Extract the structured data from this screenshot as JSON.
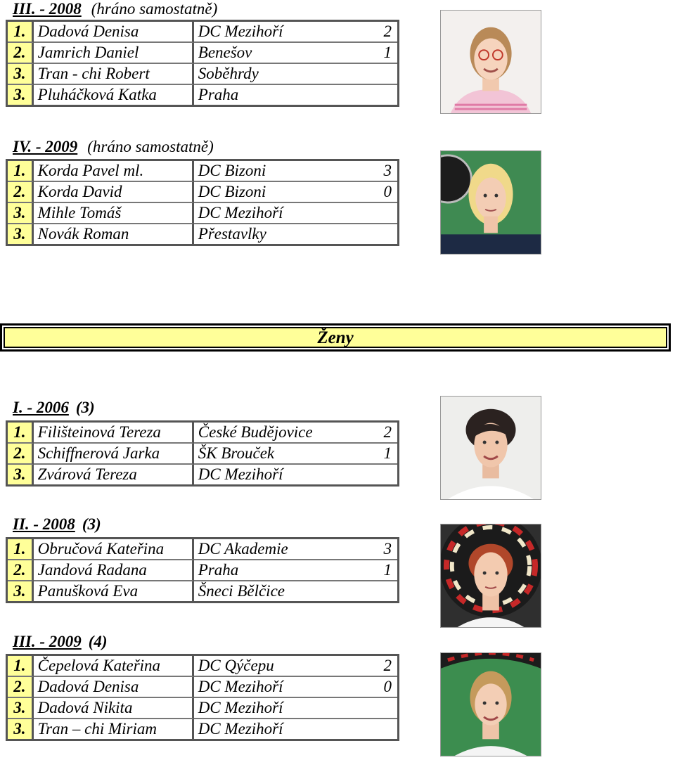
{
  "sections": [
    {
      "title": "III. - 2008",
      "note": "(hráno samostatně)",
      "count": "",
      "rows": [
        {
          "rank": "1.",
          "name": "Dadová Denisa",
          "club": "DC Mezihoří",
          "score": "2"
        },
        {
          "rank": "2.",
          "name": "Jamrich Daniel",
          "club": "Benešov",
          "score": "1"
        },
        {
          "rank": "3.",
          "name": "Tran - chi Robert",
          "club": "Soběhrdy",
          "score": ""
        },
        {
          "rank": "3.",
          "name": "Pluháčková Katka",
          "club": "Praha",
          "score": ""
        }
      ]
    },
    {
      "title": "IV. - 2009",
      "note": "(hráno samostatně)",
      "count": "",
      "rows": [
        {
          "rank": "1.",
          "name": "Korda Pavel ml.",
          "club": "DC Bizoni",
          "score": "3"
        },
        {
          "rank": "2.",
          "name": "Korda David",
          "club": "DC Bizoni",
          "score": "0"
        },
        {
          "rank": "3.",
          "name": "Mihle Tomáš",
          "club": "DC Mezihoří",
          "score": ""
        },
        {
          "rank": "3.",
          "name": "Novák Roman",
          "club": "Přestavlky",
          "score": ""
        }
      ]
    },
    {
      "title": "I. - 2006",
      "note": "",
      "count": "(3)",
      "rows": [
        {
          "rank": "1.",
          "name": "Filišteinová Tereza",
          "club": "České Budějovice",
          "score": "2"
        },
        {
          "rank": "2.",
          "name": "Schiffnerová Jarka",
          "club": "ŠK Brouček",
          "score": "1"
        },
        {
          "rank": "3.",
          "name": "Zvárová Tereza",
          "club": "DC Mezihoří",
          "score": ""
        }
      ]
    },
    {
      "title": "II. - 2008",
      "note": "",
      "count": "(3)",
      "rows": [
        {
          "rank": "1.",
          "name": "Obručová Kateřina",
          "club": "DC Akademie",
          "score": "3"
        },
        {
          "rank": "2.",
          "name": "Jandová Radana",
          "club": "Praha",
          "score": "1"
        },
        {
          "rank": "3.",
          "name": "Panušková Eva",
          "club": "Šneci Bělčice",
          "score": ""
        }
      ]
    },
    {
      "title": "III. - 2009",
      "note": "",
      "count": "(4)",
      "rows": [
        {
          "rank": "1.",
          "name": "Čepelová Kateřina",
          "club": "DC Qýčepu",
          "score": "2"
        },
        {
          "rank": "2.",
          "name": "Dadová Denisa",
          "club": "DC Mezihoří",
          "score": "0"
        },
        {
          "rank": "3.",
          "name": "Dadová Nikita",
          "club": "DC Mezihoří",
          "score": ""
        },
        {
          "rank": "3.",
          "name": "Tran – chi Miriam",
          "club": "DC Mezihoří",
          "score": ""
        }
      ]
    }
  ],
  "banner": {
    "label": "Ženy"
  },
  "colors": {
    "rank_cell": "#ffff99",
    "banner": "#ffff99",
    "border": "#555555"
  }
}
